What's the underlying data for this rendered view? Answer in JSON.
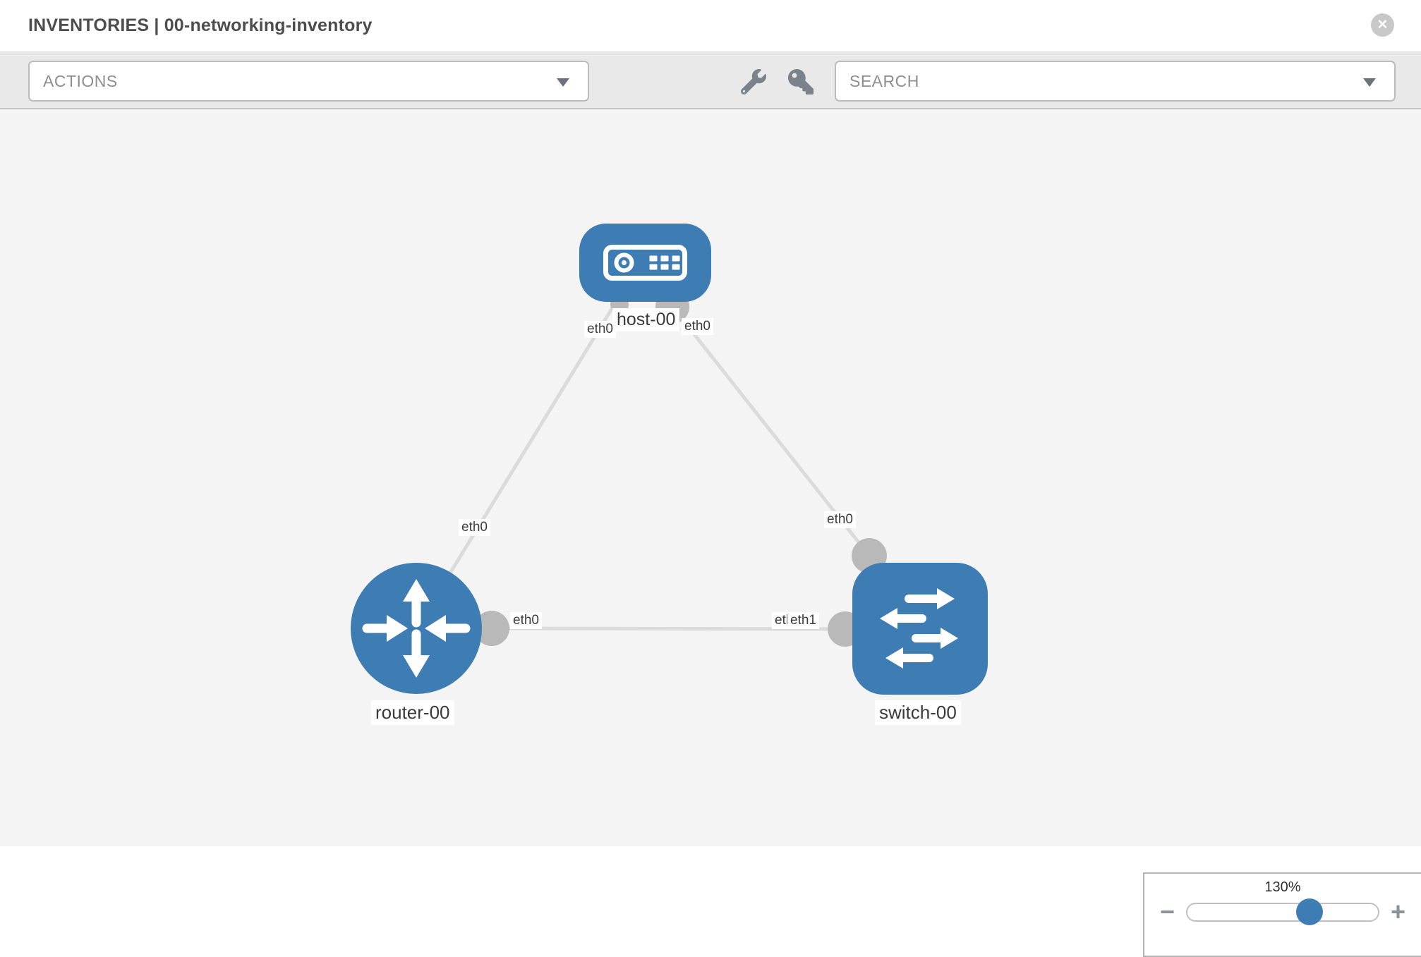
{
  "header": {
    "title": "INVENTORIES | 00-networking-inventory"
  },
  "toolbar": {
    "actions_placeholder": "ACTIONS",
    "search_placeholder": "SEARCH"
  },
  "icons": {
    "close": "✕",
    "minus": "−",
    "plus": "+"
  },
  "colors": {
    "node_blue": "#3d7db3",
    "link_gray": "#dbdbdb",
    "connector_gray": "#b9b9b9",
    "canvas_bg": "#f4f4f4"
  },
  "topology": {
    "nodes": [
      {
        "id": "host-00",
        "type": "host",
        "label": "host-00"
      },
      {
        "id": "router-00",
        "type": "router",
        "label": "router-00"
      },
      {
        "id": "switch-00",
        "type": "switch",
        "label": "switch-00"
      }
    ],
    "host_label": "host-00",
    "router_label": "router-00",
    "switch_label": "switch-00",
    "ports": {
      "host_left": "eth0",
      "host_right": "eth0",
      "host_router_mid": "eth0",
      "router_right": "eth0",
      "switch_hidden": "eth0",
      "switch_eth1": "eth1",
      "switch_top": "eth0"
    },
    "links": [
      {
        "from": "host-00",
        "to": "router-00"
      },
      {
        "from": "host-00",
        "to": "switch-00"
      },
      {
        "from": "router-00",
        "to": "switch-00"
      }
    ]
  },
  "zoom_control": {
    "level": "130%"
  }
}
